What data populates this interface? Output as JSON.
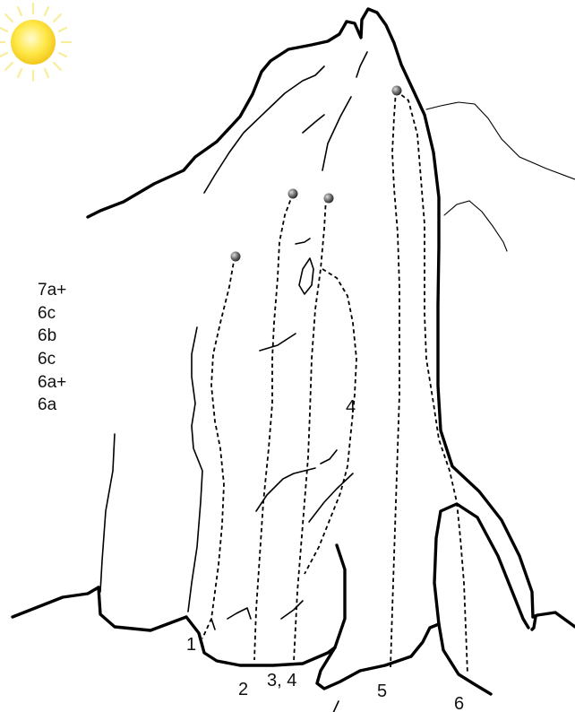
{
  "grades": [
    "7a+",
    "6c",
    "6b",
    "6c",
    "6a+",
    "6a"
  ],
  "route_labels": {
    "r1": "1",
    "r2": "2",
    "r34": "3, 4",
    "r4": "4",
    "r5": "5",
    "r6": "6"
  },
  "icons": {
    "sun": "sun-icon",
    "anchor": "belay-anchor-icon"
  },
  "colors": {
    "sun_core": "#fff36a",
    "sun_rim": "#f6d21c",
    "anchor": "#444444"
  }
}
